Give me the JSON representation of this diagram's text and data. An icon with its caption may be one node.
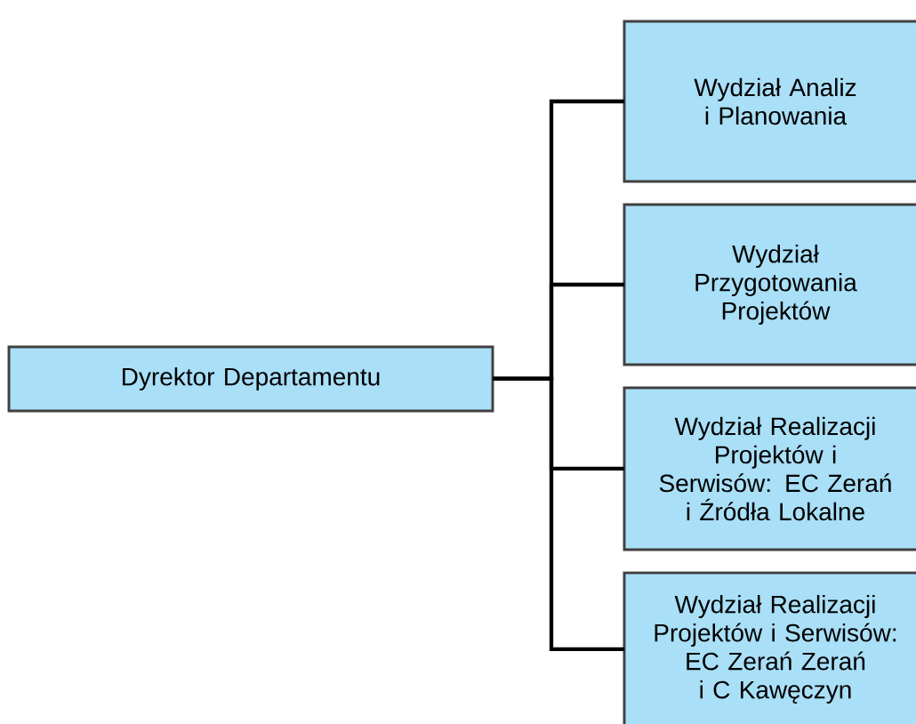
{
  "diagram": {
    "nodes": [
      {
        "text": [
          "Dyrektor Departamentu"
        ]
      },
      {
        "text": [
          "Wydział Analiz i Planowania"
        ]
      },
      {
        "text": [
          "Wydział Przygotowania Projektów"
        ]
      },
      {
        "text": [
          "Wydział Realizacji Projektów i Serwisów: EC Zerań i Źródła Lokalne"
        ]
      },
      {
        "text": [
          "Wydział Realizacji Projektów i Serwisów: EC Zerań Zerań i C Kawęczyn"
        ]
      }
    ],
    "edges": [
      {
        "from": 0,
        "to": 1,
        "arrow": "none"
      },
      {
        "from": 0,
        "to": 2,
        "arrow": "none"
      },
      {
        "from": 0,
        "to": 3,
        "arrow": "none"
      },
      {
        "from": 0,
        "to": 4,
        "arrow": "none"
      }
    ]
  }
}
